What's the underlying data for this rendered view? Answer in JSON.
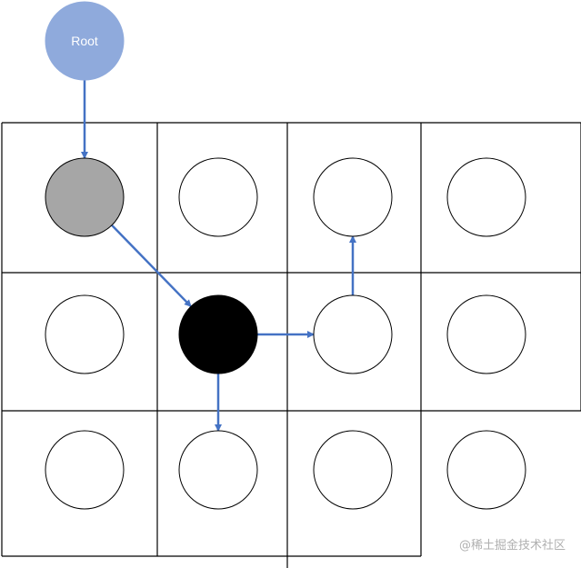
{
  "diagram": {
    "root_label": "Root",
    "watermark": "@稀土掘金技术社区",
    "grid_rows": 3,
    "grid_cols": 4,
    "colors": {
      "root_fill": "#8faadc",
      "root_stroke": "#8faadc",
      "root_text": "#ffffff",
      "visited_fill": "#a6a6a6",
      "current_fill": "#000000",
      "empty_fill": "#ffffff",
      "node_stroke": "#000000",
      "grid_line": "#000000",
      "arrow": "#4472c4",
      "watermark": "#b0b0b0"
    },
    "nodes": [
      {
        "row": 0,
        "col": 0,
        "state": "visited"
      },
      {
        "row": 0,
        "col": 1,
        "state": "empty"
      },
      {
        "row": 0,
        "col": 2,
        "state": "empty"
      },
      {
        "row": 0,
        "col": 3,
        "state": "empty"
      },
      {
        "row": 1,
        "col": 0,
        "state": "empty"
      },
      {
        "row": 1,
        "col": 1,
        "state": "current"
      },
      {
        "row": 1,
        "col": 2,
        "state": "empty"
      },
      {
        "row": 1,
        "col": 3,
        "state": "empty"
      },
      {
        "row": 2,
        "col": 0,
        "state": "empty"
      },
      {
        "row": 2,
        "col": 1,
        "state": "empty"
      },
      {
        "row": 2,
        "col": 2,
        "state": "empty"
      },
      {
        "row": 2,
        "col": 3,
        "state": "empty"
      }
    ],
    "edges": [
      {
        "from": "root",
        "to": "0-0"
      },
      {
        "from": "0-0",
        "to": "1-1"
      },
      {
        "from": "1-1",
        "to": "1-2"
      },
      {
        "from": "1-1",
        "to": "2-1"
      },
      {
        "from": "1-2",
        "to": "0-2"
      }
    ]
  }
}
